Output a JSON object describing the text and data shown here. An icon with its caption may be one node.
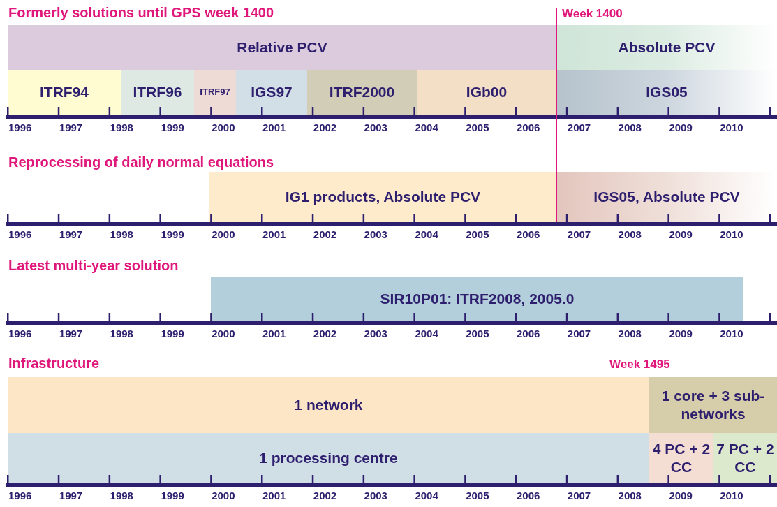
{
  "diagram": {
    "nodes": [
      {
        "text": [
          "Relative PCV"
        ]
      },
      {
        "text": [
          "Absolute PCV"
        ]
      },
      {
        "text": [
          "ITRF94"
        ]
      },
      {
        "text": [
          "ITRF96"
        ]
      },
      {
        "text": [
          "ITRF97"
        ]
      },
      {
        "text": [
          "IGS97"
        ]
      },
      {
        "text": [
          "ITRF2000"
        ]
      },
      {
        "text": [
          "IGb00"
        ]
      },
      {
        "text": [
          "IGS05"
        ]
      },
      {
        "text": [
          "IG1 products, Absolute PCV"
        ]
      },
      {
        "text": [
          "IGS05, Absolute PCV"
        ]
      },
      {
        "text": [
          "SIR10P01: ITRF2008, 2005.0"
        ]
      },
      {
        "text": [
          "1 network"
        ]
      },
      {
        "text": [
          "1 core + 3 sub-networks"
        ]
      },
      {
        "text": [
          "1 processing centre"
        ]
      },
      {
        "text": [
          "4 PC + 2 CC"
        ]
      },
      {
        "text": [
          "7 PC + 2 CC"
        ]
      }
    ],
    "labels": [
      "Formerly solutions until GPS week 1400",
      "Week 1400",
      "1996",
      "1997",
      "1998",
      "1999",
      "2000",
      "2001",
      "2002",
      "2003",
      "2004",
      "2005",
      "2006",
      "2007",
      "2008",
      "2009",
      "2010",
      "Reprocessing of daily normal equations",
      "1996",
      "1997",
      "1998",
      "1999",
      "2000",
      "2001",
      "2002",
      "2003",
      "2004",
      "2005",
      "2006",
      "2007",
      "2008",
      "2009",
      "2010",
      "Latest multi-year solution",
      "1996",
      "1997",
      "1998",
      "1999",
      "2000",
      "2001",
      "2002",
      "2003",
      "2004",
      "2005",
      "2006",
      "2007",
      "2008",
      "2009",
      "2010",
      "Infrastructure",
      "Week 1495",
      "1996",
      "1997",
      "1998",
      "1999",
      "2000",
      "2001",
      "2002",
      "2003",
      "2004",
      "2005",
      "2006",
      "2007",
      "2008",
      "2009",
      "2010"
    ]
  }
}
